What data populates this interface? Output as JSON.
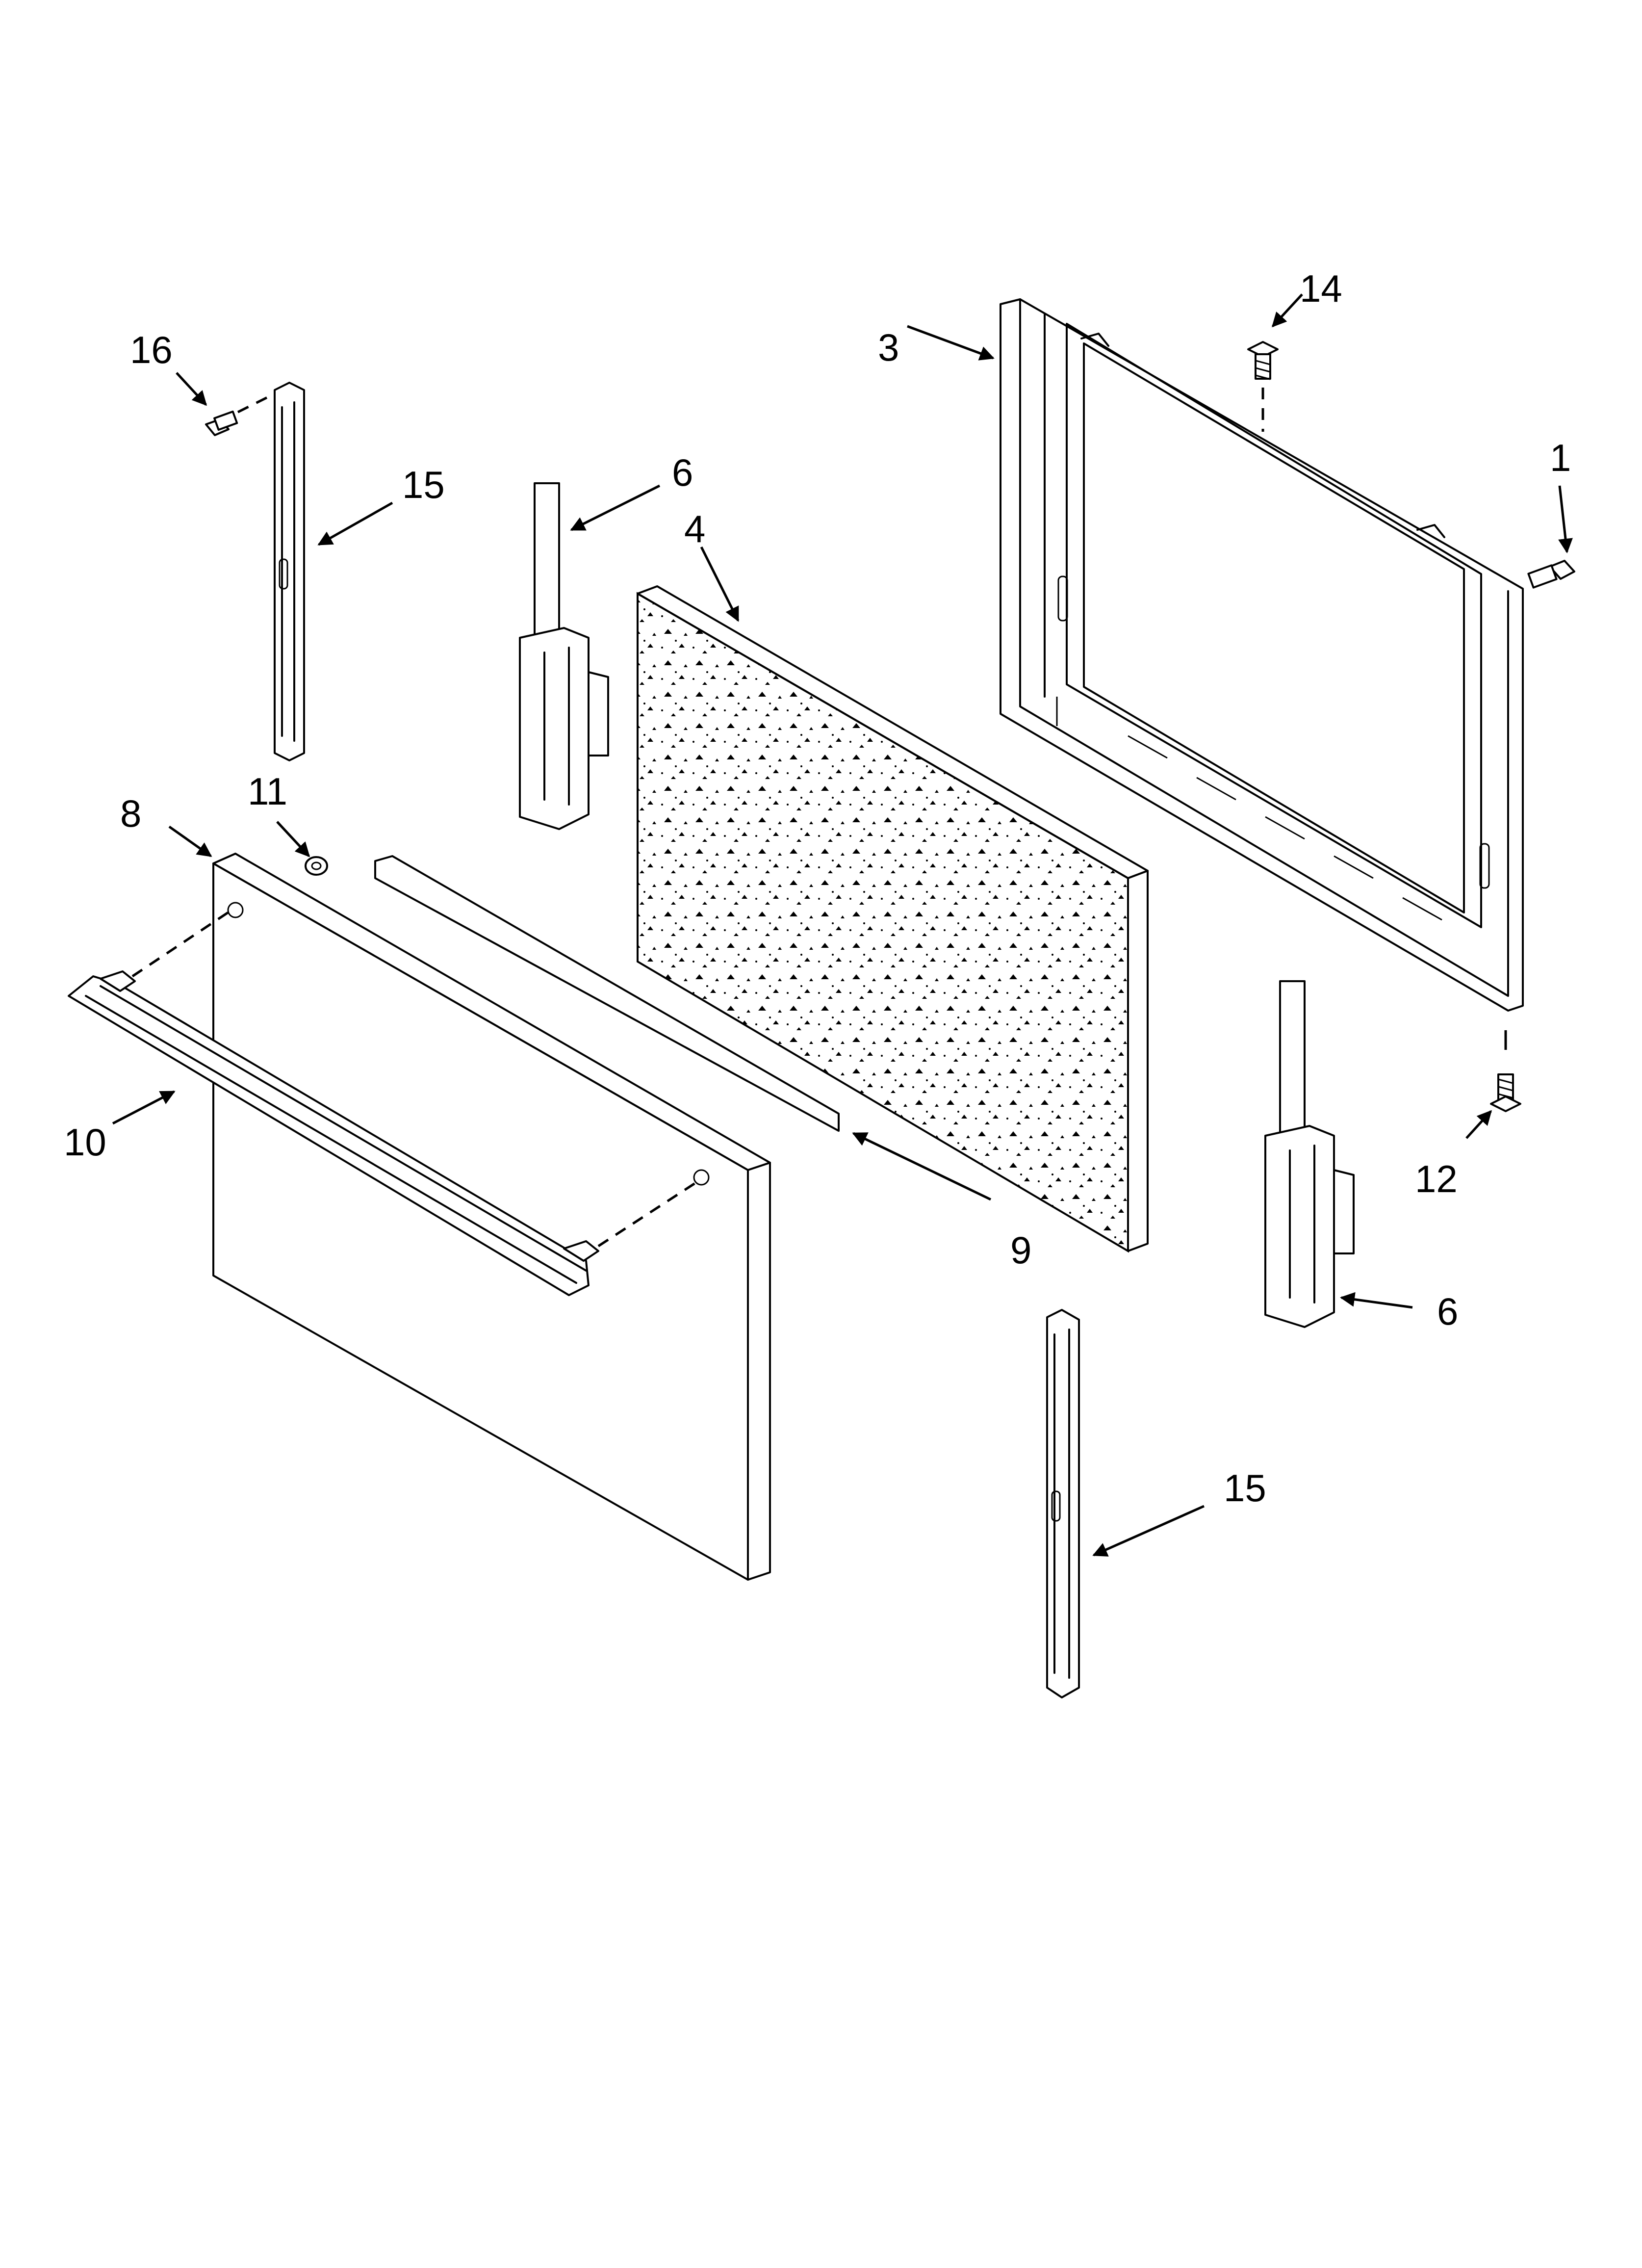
{
  "callouts": [
    {
      "id": "c1",
      "label": "1"
    },
    {
      "id": "c3",
      "label": "3"
    },
    {
      "id": "c4",
      "label": "4"
    },
    {
      "id": "c6a",
      "label": "6"
    },
    {
      "id": "c6b",
      "label": "6"
    },
    {
      "id": "c8",
      "label": "8"
    },
    {
      "id": "c9",
      "label": "9"
    },
    {
      "id": "c10",
      "label": "10"
    },
    {
      "id": "c11",
      "label": "11"
    },
    {
      "id": "c12",
      "label": "12"
    },
    {
      "id": "c14",
      "label": "14"
    },
    {
      "id": "c15a",
      "label": "15"
    },
    {
      "id": "c15b",
      "label": "15"
    },
    {
      "id": "c16",
      "label": "16"
    }
  ],
  "colors": {
    "line": "#000000",
    "background": "#ffffff"
  }
}
